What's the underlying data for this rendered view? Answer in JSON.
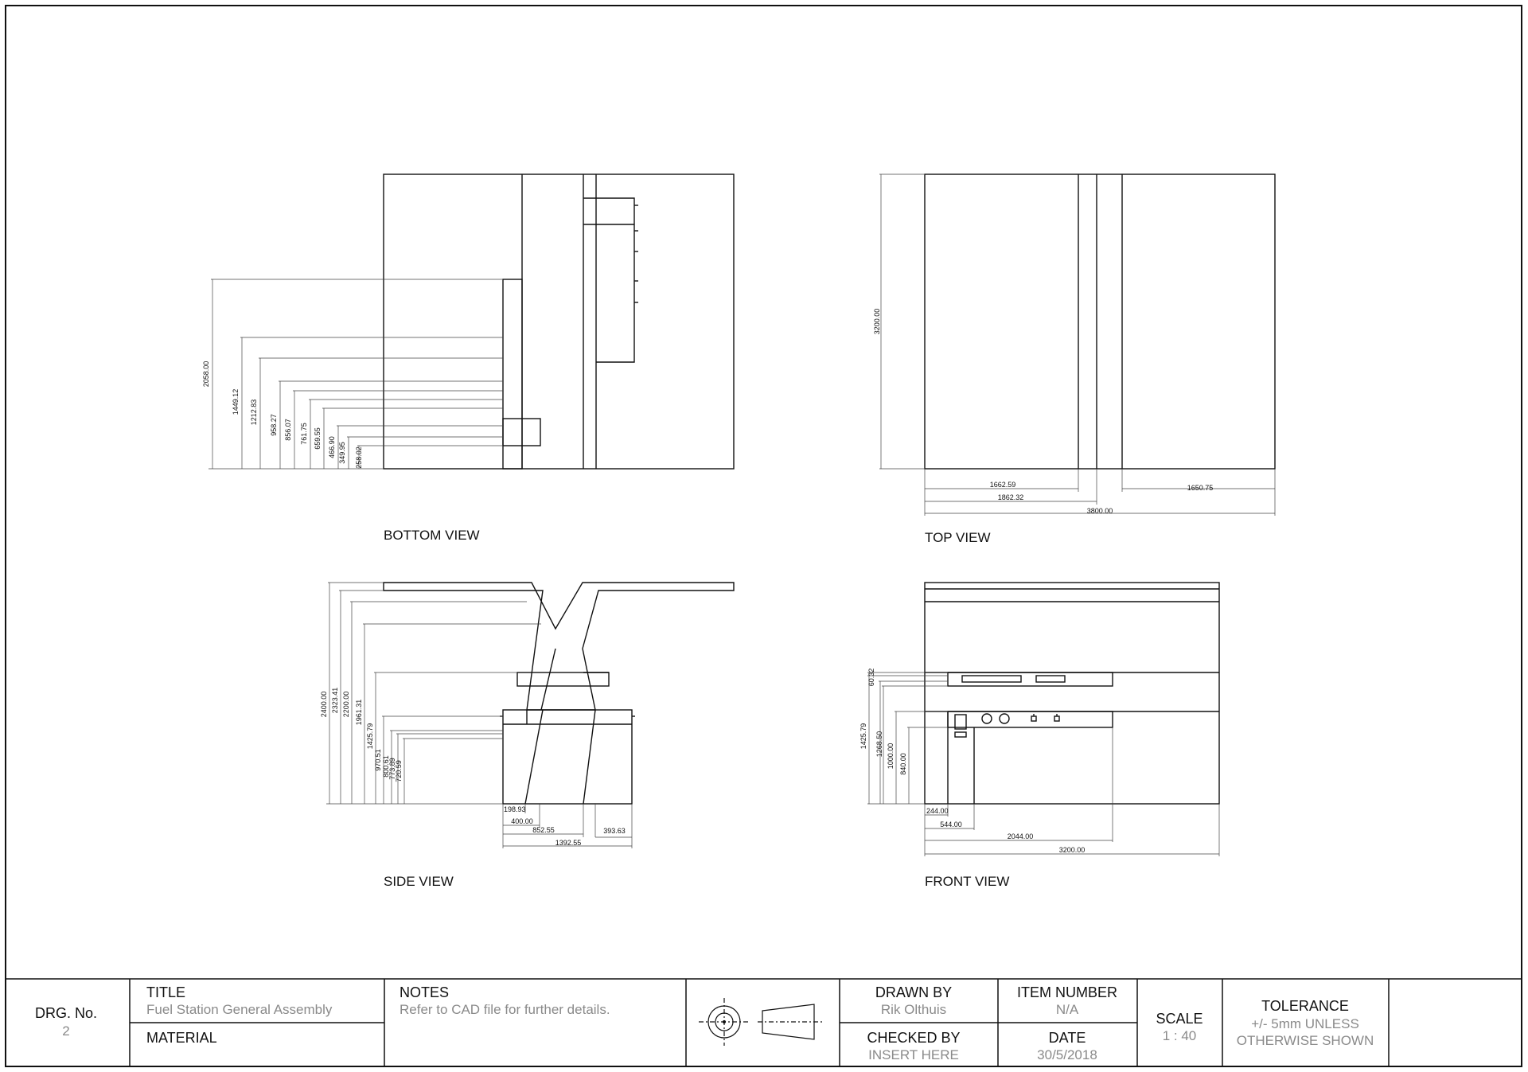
{
  "views": {
    "bottom": {
      "label": "BOTTOM VIEW",
      "dims": [
        "2058.00",
        "1449.12",
        "1212.83",
        "958.27",
        "856.07",
        "761.75",
        "659.55",
        "466.90",
        "349.95",
        "258.02"
      ]
    },
    "top": {
      "label": "TOP VIEW",
      "dims": {
        "height": "3200.00",
        "d1": "1662.59",
        "d2": "1862.32",
        "d3": "1650.75",
        "total": "3800.00"
      }
    },
    "side": {
      "label": "SIDE VIEW",
      "vdims": [
        "2400.00",
        "2323.41",
        "2200.00",
        "1961.31",
        "1425.79",
        "970.51",
        "800.61",
        "773.89",
        "720.59"
      ],
      "hdims": {
        "a": "198.93",
        "b": "400.00",
        "c": "852.55",
        "d": "393.63",
        "total": "1392.55"
      }
    },
    "front": {
      "label": "FRONT VIEW",
      "vdims": [
        "60.32",
        "1425.79",
        "1268.50",
        "1000.00",
        "840.00"
      ],
      "hdims": {
        "a": "244.00",
        "b": "544.00",
        "c": "2044.00",
        "total": "3200.00"
      }
    }
  },
  "title_block": {
    "drg_no_label": "DRG. No.",
    "drg_no": "2",
    "title_label": "TITLE",
    "title": "Fuel Station General Assembly",
    "material_label": "MATERIAL",
    "notes_label": "NOTES",
    "notes": "Refer to CAD file for further details.",
    "drawn_by_label": "DRAWN BY",
    "drawn_by": "Rik Olthuis",
    "checked_by_label": "CHECKED BY",
    "checked_by": "INSERT HERE",
    "item_number_label": "ITEM NUMBER",
    "item_number": "N/A",
    "date_label": "DATE",
    "date": "30/5/2018",
    "scale_label": "SCALE",
    "scale": "1 : 40",
    "tolerance_label": "TOLERANCE",
    "tolerance_line1": "+/- 5mm UNLESS",
    "tolerance_line2": "OTHERWISE SHOWN"
  }
}
